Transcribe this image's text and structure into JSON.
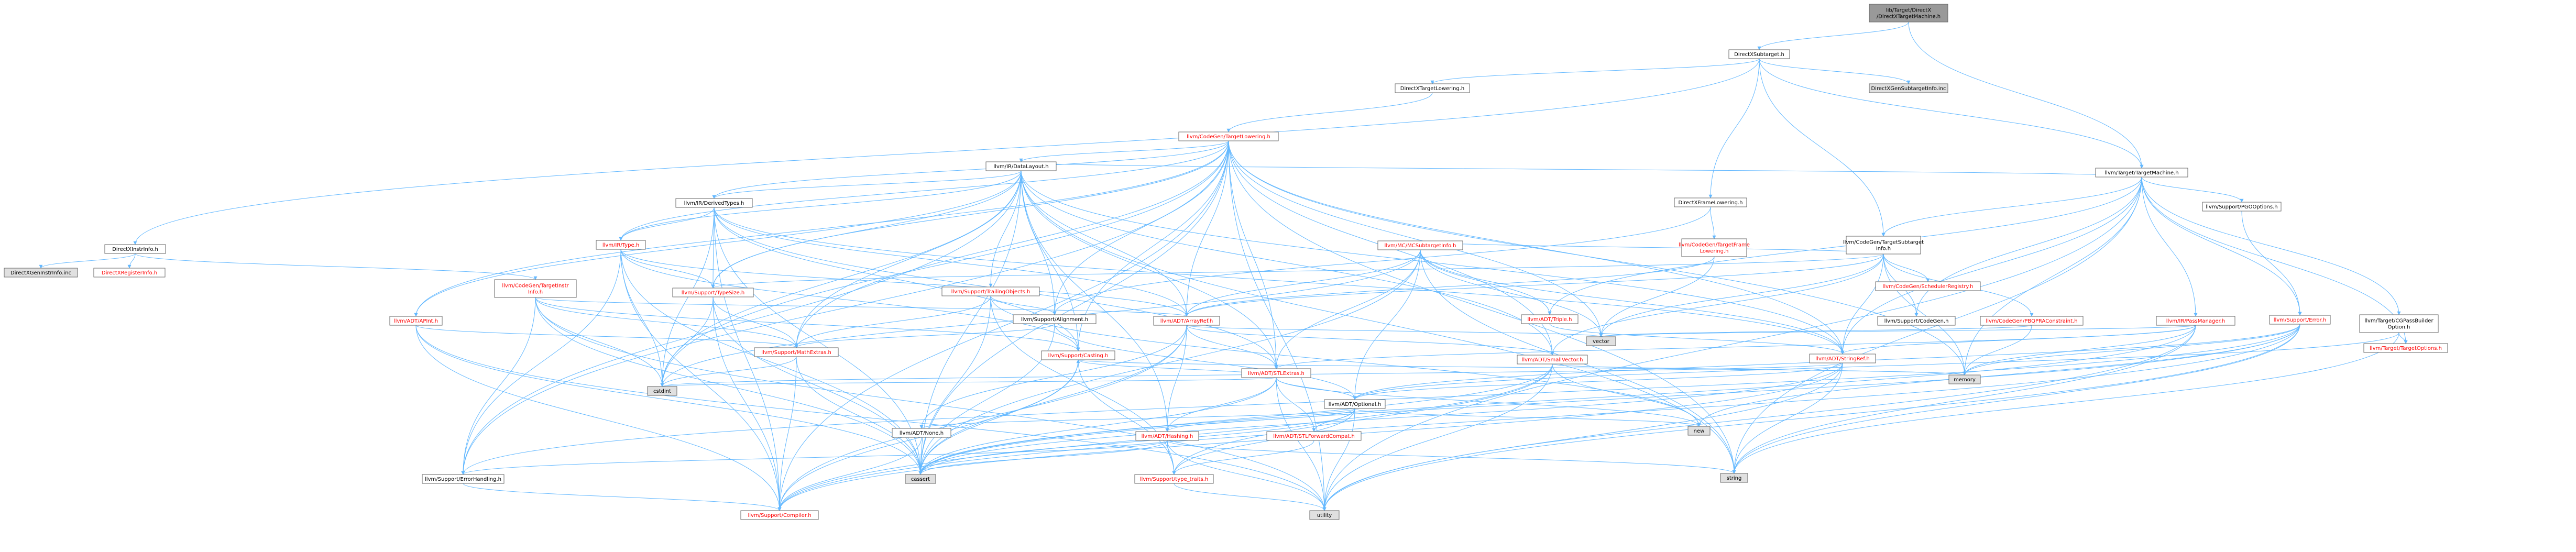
{
  "colors": {
    "edge_default": "#63b8ff",
    "edge_red": "#ff0000",
    "edge_grey": "#404040",
    "edge_orange": "#ffa500",
    "edge_purple": "#9a32cd",
    "box_border": "#666666",
    "box_fill": "#ffffff",
    "root_fill": "#999999",
    "ext_fill": "#e0e0e0",
    "text": "#000000",
    "text_red": "#ff0000"
  },
  "nodes": [
    {
      "id": "root",
      "label": [
        "lib/Target/DirectX",
        "/DirectXTargetMachine.h"
      ],
      "type": "root"
    },
    {
      "id": "dxsub",
      "label": [
        "DirectXSubtarget.h"
      ],
      "type": "normal"
    },
    {
      "id": "dxtl",
      "label": [
        "DirectXTargetLowering.h"
      ],
      "type": "normal"
    },
    {
      "id": "dxgen",
      "label": [
        "DirectXGenSubtargetInfo.inc"
      ],
      "type": "ext"
    },
    {
      "id": "tm",
      "label": [
        "llvm/Target/TargetMachine.h"
      ],
      "type": "normal"
    },
    {
      "id": "cgtl",
      "label": [
        "llvm/CodeGen/TargetLowering.h"
      ],
      "type": "red"
    },
    {
      "id": "dl",
      "label": [
        "llvm/IR/DataLayout.h"
      ],
      "type": "normal"
    },
    {
      "id": "dxfl",
      "label": [
        "DirectXFrameLowering.h"
      ],
      "type": "normal"
    },
    {
      "id": "pgo",
      "label": [
        "llvm/Support/PGOOptions.h"
      ],
      "type": "normal"
    },
    {
      "id": "dxii",
      "label": [
        "DirectXInstrInfo.h"
      ],
      "type": "normal"
    },
    {
      "id": "dxgii",
      "label": [
        "DirectXGenInstrInfo.inc"
      ],
      "type": "ext"
    },
    {
      "id": "dxri",
      "label": [
        "DirectXRegisterInfo.h"
      ],
      "type": "red"
    },
    {
      "id": "cgtii",
      "label": [
        "llvm/CodeGen/TargetInstr",
        "Info.h"
      ],
      "type": "red"
    },
    {
      "id": "dt",
      "label": [
        "llvm/IR/DerivedTypes.h"
      ],
      "type": "normal"
    },
    {
      "id": "irt",
      "label": [
        "llvm/IR/Type.h"
      ],
      "type": "red"
    },
    {
      "id": "cgtfl",
      "label": [
        "llvm/CodeGen/TargetFrame",
        "Lowering.h"
      ],
      "type": "red"
    },
    {
      "id": "cgtsi",
      "label": [
        "llvm/CodeGen/TargetSubtarget",
        "Info.h"
      ],
      "type": "normal"
    },
    {
      "id": "mcsi",
      "label": [
        "llvm/MC/MCSubtargetInfo.h"
      ],
      "type": "red"
    },
    {
      "id": "stc",
      "label": [
        "llvm/Support/TrailingObjects.h"
      ],
      "type": "red"
    },
    {
      "id": "ts",
      "label": [
        "llvm/Support/TypeSize.h"
      ],
      "type": "red"
    },
    {
      "id": "cgsr",
      "label": [
        "llvm/CodeGen/SchedulerRegistry.h"
      ],
      "type": "red"
    },
    {
      "id": "sal",
      "label": [
        "llvm/Support/Alignment.h"
      ],
      "type": "normal"
    },
    {
      "id": "triple",
      "label": [
        "llvm/ADT/Triple.h"
      ],
      "type": "red"
    },
    {
      "id": "cgcg",
      "label": [
        "llvm/Support/CodeGen.h"
      ],
      "type": "normal"
    },
    {
      "id": "cgpbqp",
      "label": [
        "llvm/CodeGen/PBQPRAConstraint.h"
      ],
      "type": "red"
    },
    {
      "id": "pm",
      "label": [
        "llvm/IR/PassManager.h"
      ],
      "type": "red"
    },
    {
      "id": "serr",
      "label": [
        "llvm/Support/Error.h"
      ],
      "type": "red"
    },
    {
      "id": "cgpbo",
      "label": [
        "llvm/Target/CGPassBuilder",
        "Option.h"
      ],
      "type": "normal"
    },
    {
      "id": "tto",
      "label": [
        "llvm/Target/TargetOptions.h"
      ],
      "type": "red"
    },
    {
      "id": "apint",
      "label": [
        "llvm/ADT/APInt.h"
      ],
      "type": "red"
    },
    {
      "id": "arr",
      "label": [
        "llvm/ADT/ArrayRef.h"
      ],
      "type": "red"
    },
    {
      "id": "cast",
      "label": [
        "llvm/Support/Casting.h"
      ],
      "type": "red"
    },
    {
      "id": "me",
      "label": [
        "llvm/Support/MathExtras.h"
      ],
      "type": "red"
    },
    {
      "id": "stl",
      "label": [
        "llvm/ADT/STLExtras.h"
      ],
      "type": "red"
    },
    {
      "id": "sv",
      "label": [
        "llvm/ADT/SmallVector.h"
      ],
      "type": "red"
    },
    {
      "id": "sr",
      "label": [
        "llvm/ADT/StringRef.h"
      ],
      "type": "red"
    },
    {
      "id": "vector",
      "label": [
        "vector"
      ],
      "type": "ext"
    },
    {
      "id": "memory",
      "label": [
        "memory"
      ],
      "type": "ext"
    },
    {
      "id": "cstdint",
      "label": [
        "cstdint"
      ],
      "type": "ext"
    },
    {
      "id": "opt",
      "label": [
        "llvm/ADT/Optional.h"
      ],
      "type": "normal"
    },
    {
      "id": "new",
      "label": [
        "new"
      ],
      "type": "ext"
    },
    {
      "id": "none",
      "label": [
        "llvm/ADT/None.h"
      ],
      "type": "normal"
    },
    {
      "id": "hash",
      "label": [
        "llvm/ADT/Hashing.h"
      ],
      "type": "red"
    },
    {
      "id": "stlfc",
      "label": [
        "llvm/ADT/STLForwardCompat.h"
      ],
      "type": "red"
    },
    {
      "id": "cassert",
      "label": [
        "cassert"
      ],
      "type": "ext"
    },
    {
      "id": "string",
      "label": [
        "string"
      ],
      "type": "ext"
    },
    {
      "id": "eh",
      "label": [
        "llvm/Support/ErrorHandling.h"
      ],
      "type": "normal"
    },
    {
      "id": "tt",
      "label": [
        "llvm/Support/type_traits.h"
      ],
      "type": "red"
    },
    {
      "id": "comp",
      "label": [
        "llvm/Support/Compiler.h"
      ],
      "type": "red"
    },
    {
      "id": "utility",
      "label": [
        "utility"
      ],
      "type": "ext"
    }
  ]
}
